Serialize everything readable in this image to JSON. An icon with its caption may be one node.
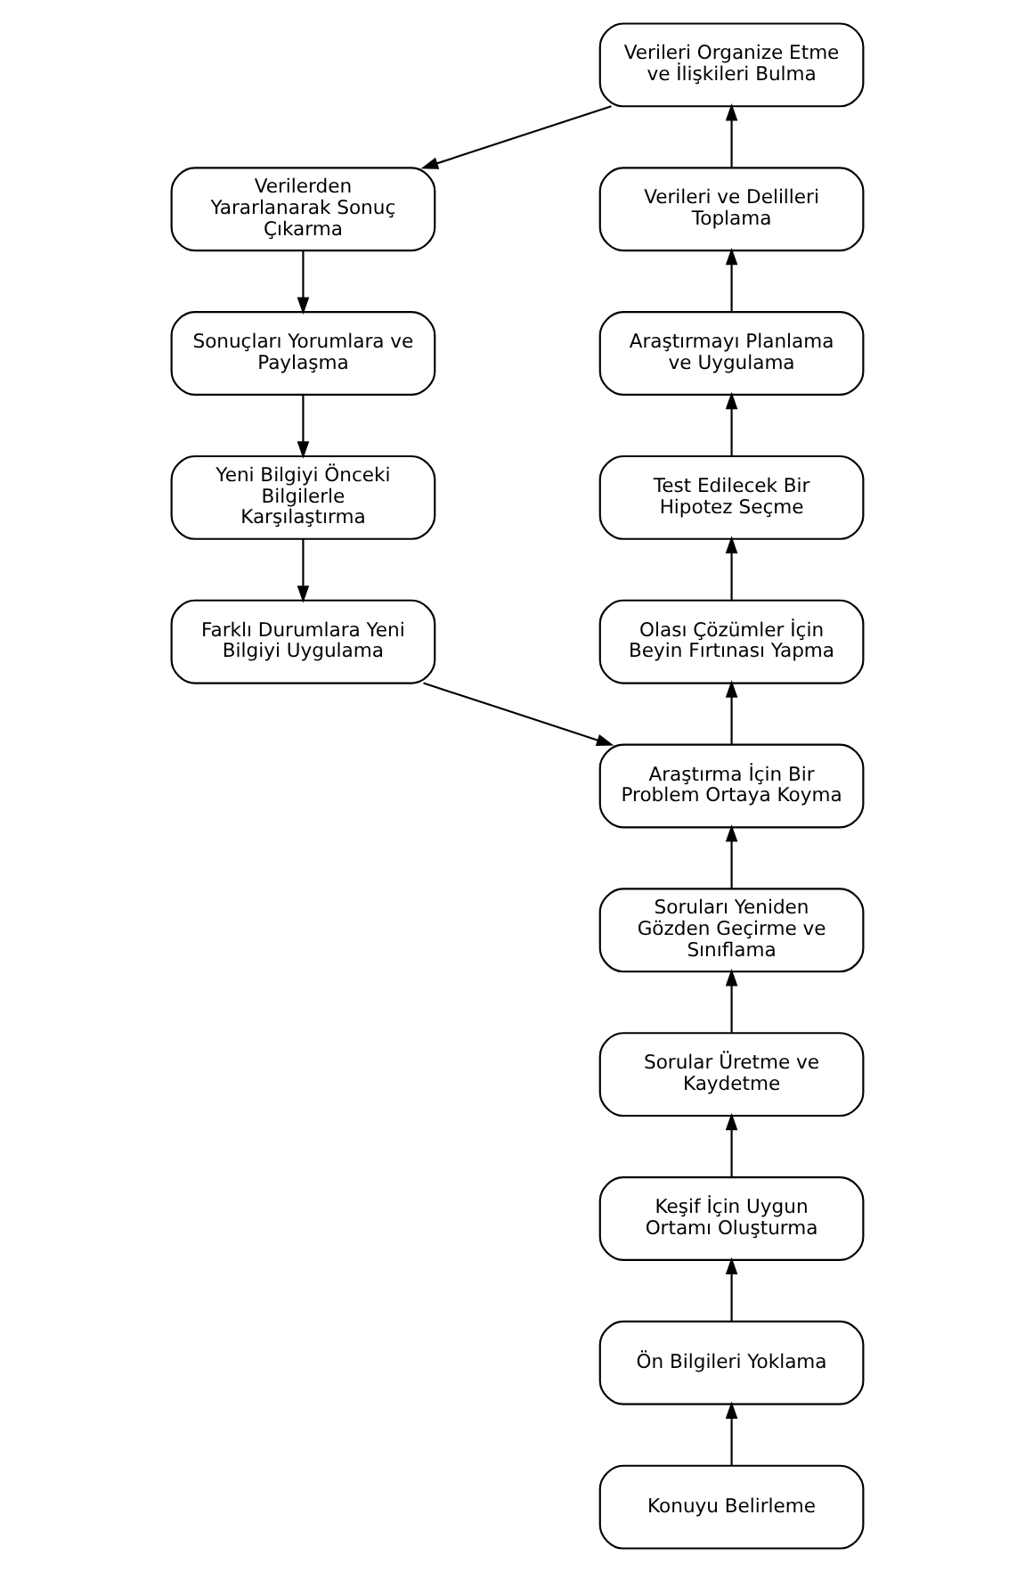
{
  "diagram": {
    "nodes": [
      {
        "text": [
          "Verileri Organize Etme ve İlişkileri Bulma"
        ]
      },
      {
        "text": [
          "Verilerden Yararlanarak Sonuç Çıkarma"
        ]
      },
      {
        "text": [
          "Verileri ve Delilleri Toplama"
        ]
      },
      {
        "text": [
          "Sonuçları Yorumlara ve Paylaşma"
        ]
      },
      {
        "text": [
          "Araştırmayı Planlama ve Uygulama"
        ]
      },
      {
        "text": [
          "Yeni Bilgiyi Önceki Bilgilerle Karşılaştırma"
        ]
      },
      {
        "text": [
          "Test Edilecek Bir Hipotez Seçme"
        ]
      },
      {
        "text": [
          "Farklı Durumlara Yeni Bilgiyi Uygulama"
        ]
      },
      {
        "text": [
          "Olası Çözümler İçin Beyin Fırtınası Yapma"
        ]
      },
      {
        "text": [
          "Araştırma İçin Bir Problem Ortaya Koyma"
        ]
      },
      {
        "text": [
          "Soruları Yeniden Gözden Geçirme ve Sınıflama"
        ]
      },
      {
        "text": [
          "Sorular Üretme ve Kaydetme"
        ]
      },
      {
        "text": [
          "Keşif İçin Uygun Ortamı Oluşturma"
        ]
      },
      {
        "text": [
          "Ön Bilgileri Yoklama"
        ]
      },
      {
        "text": [
          "Konuyu Belirleme"
        ]
      }
    ],
    "edges": [
      {
        "from": 14,
        "to": 13,
        "arrow": "to"
      },
      {
        "from": 13,
        "to": 12,
        "arrow": "to"
      },
      {
        "from": 12,
        "to": 11,
        "arrow": "to"
      },
      {
        "from": 11,
        "to": 10,
        "arrow": "to"
      },
      {
        "from": 10,
        "to": 9,
        "arrow": "to"
      },
      {
        "from": 9,
        "to": 8,
        "arrow": "to"
      },
      {
        "from": 8,
        "to": 6,
        "arrow": "to"
      },
      {
        "from": 6,
        "to": 4,
        "arrow": "to"
      },
      {
        "from": 4,
        "to": 2,
        "arrow": "to"
      },
      {
        "from": 2,
        "to": 0,
        "arrow": "to"
      },
      {
        "from": 0,
        "to": 1,
        "arrow": "to"
      },
      {
        "from": 1,
        "to": 3,
        "arrow": "to"
      },
      {
        "from": 3,
        "to": 5,
        "arrow": "to"
      },
      {
        "from": 5,
        "to": 7,
        "arrow": "to"
      },
      {
        "from": 7,
        "to": 9,
        "arrow": "to"
      }
    ]
  }
}
